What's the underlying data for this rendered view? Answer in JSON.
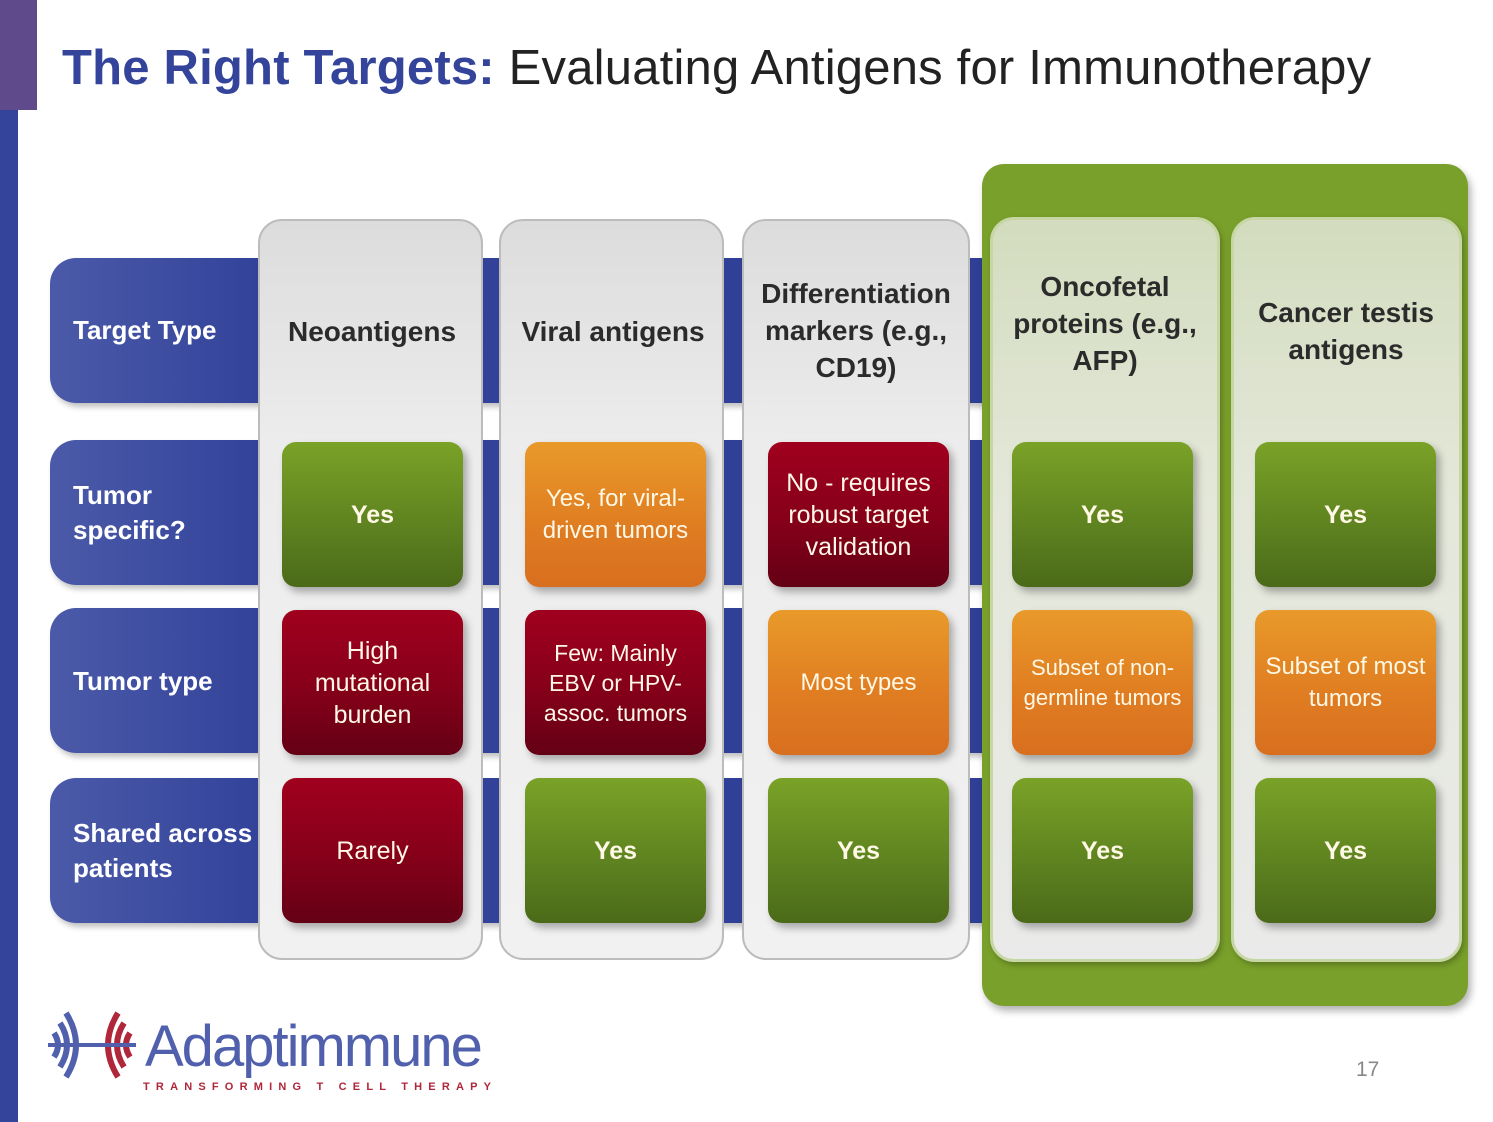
{
  "title": {
    "bold": "The Right Targets:",
    "rest": " Evaluating Antigens for Immunotherapy"
  },
  "colors": {
    "brand_blue": "#33449a",
    "brand_purple": "#5f4a8b",
    "highlight_green": "#79a02a",
    "cell_green": "#5f8420",
    "cell_orange": "#e07e22",
    "cell_red": "#85001a"
  },
  "row_labels": [
    "Target Type",
    "Tumor specific?",
    "Tumor type",
    "Shared across patients"
  ],
  "columns": [
    {
      "header": "Neoantigens",
      "cells": [
        {
          "text": "Yes",
          "status": "green"
        },
        {
          "text": "High mutational burden",
          "status": "red"
        },
        {
          "text": "Rarely",
          "status": "red"
        }
      ]
    },
    {
      "header": "Viral antigens",
      "cells": [
        {
          "text": "Yes, for viral-driven tumors",
          "status": "orange"
        },
        {
          "text": "Few: Mainly EBV or HPV-assoc. tumors",
          "status": "red"
        },
        {
          "text": "Yes",
          "status": "green"
        }
      ]
    },
    {
      "header": "Differentiation markers (e.g., CD19)",
      "cells": [
        {
          "text": "No - requires robust target validation",
          "status": "red"
        },
        {
          "text": "Most types",
          "status": "orange"
        },
        {
          "text": "Yes",
          "status": "green"
        }
      ]
    },
    {
      "header": "Oncofetal proteins (e.g., AFP)",
      "highlighted": true,
      "cells": [
        {
          "text": "Yes",
          "status": "green"
        },
        {
          "text": "Subset of non-germline tumors",
          "status": "orange"
        },
        {
          "text": "Yes",
          "status": "green"
        }
      ]
    },
    {
      "header": "Cancer testis antigens",
      "highlighted": true,
      "cells": [
        {
          "text": "Yes",
          "status": "green"
        },
        {
          "text": "Subset of most tumors",
          "status": "orange"
        },
        {
          "text": "Yes",
          "status": "green"
        }
      ]
    }
  ],
  "footer": {
    "logo_name": "Adaptimmune",
    "logo_icon": "adaptimmune-arcs-icon",
    "tagline": "TRANSFORMING T CELL THERAPY",
    "page_number": "17"
  }
}
